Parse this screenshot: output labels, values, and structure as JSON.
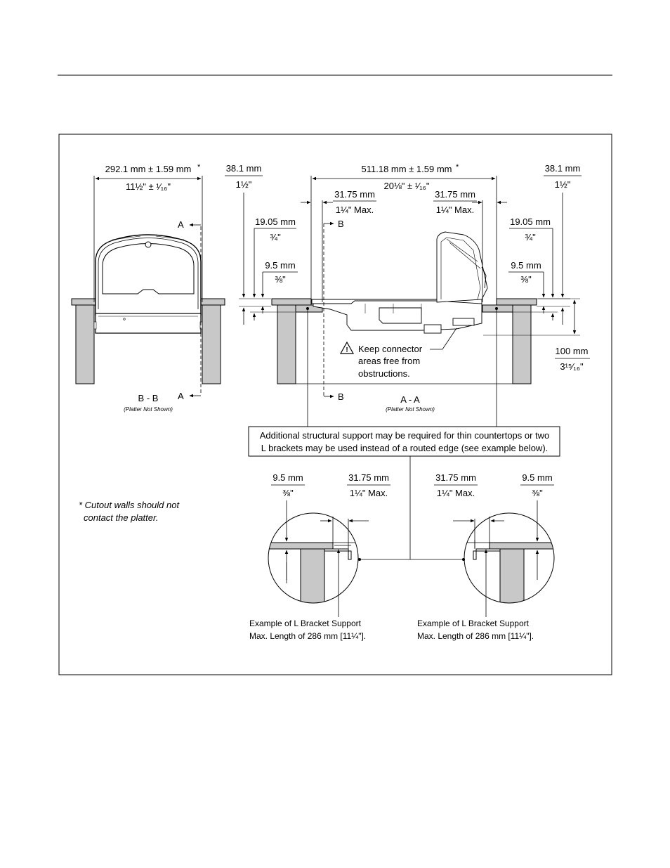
{
  "bb_view": {
    "width_mm": "292.1 mm ± 1.59 mm",
    "width_mm_star": "*",
    "width_in": "11½\" ± ¹⁄₁₆\"",
    "marker_a_top": "A",
    "marker_a_bottom": "A",
    "section_label": "B - B",
    "section_note": "(Platter Not Shown)"
  },
  "aa_view": {
    "width_mm": "511.18 mm ± 1.59 mm",
    "width_mm_star": "*",
    "width_in": "20⅛\" ± ¹⁄₁₆\"",
    "left_offset_mm": "38.1 mm",
    "left_offset_in": "1½\"",
    "right_offset_mm": "38.1 mm",
    "right_offset_in": "1½\"",
    "left_max_mm": "31.75 mm",
    "left_max_in": "1¼\" Max.",
    "right_max_mm": "31.75 mm",
    "right_max_in": "1¼\" Max.",
    "left_depth_mm": "19.05 mm",
    "left_depth_in": "¾\"",
    "right_depth_mm": "19.05 mm",
    "right_depth_in": "¾\"",
    "left_thick_mm": "9.5 mm",
    "left_thick_in": "⅜\"",
    "right_thick_mm": "9.5 mm",
    "right_thick_in": "⅜\"",
    "height_mm": "100 mm",
    "height_in": "3¹⁵⁄₁₆\"",
    "marker_b_top": "B",
    "marker_b_bottom": "B",
    "warning_lines": [
      "Keep connector",
      "areas free from",
      "obstructions."
    ],
    "section_label": "A - A",
    "section_note": "(Platter Not Shown)"
  },
  "support_note": {
    "line1": "Additional structural support may be required for thin countertops or two",
    "line2": "L brackets may be used instead of a routed edge (see example below)."
  },
  "detail_left": {
    "thick_mm": "9.5 mm",
    "thick_in": "⅜\"",
    "max_mm": "31.75 mm",
    "max_in": "1¼\" Max.",
    "caption_line1": "Example of L Bracket Support",
    "caption_line2": "Max. Length of 286 mm [11¼\"]."
  },
  "detail_right": {
    "max_mm": "31.75 mm",
    "max_in": "1¼\" Max.",
    "thick_mm": "9.5 mm",
    "thick_in": "⅜\"",
    "caption_line1": "Example of L Bracket Support",
    "caption_line2": "Max. Length of 286 mm [11¼\"]."
  },
  "footnote": {
    "line1": "* Cutout walls should not",
    "line2": "contact the platter."
  },
  "colors": {
    "wood": "#c8c8c8",
    "line": "#000000",
    "scanner": "#d9d9d9"
  }
}
